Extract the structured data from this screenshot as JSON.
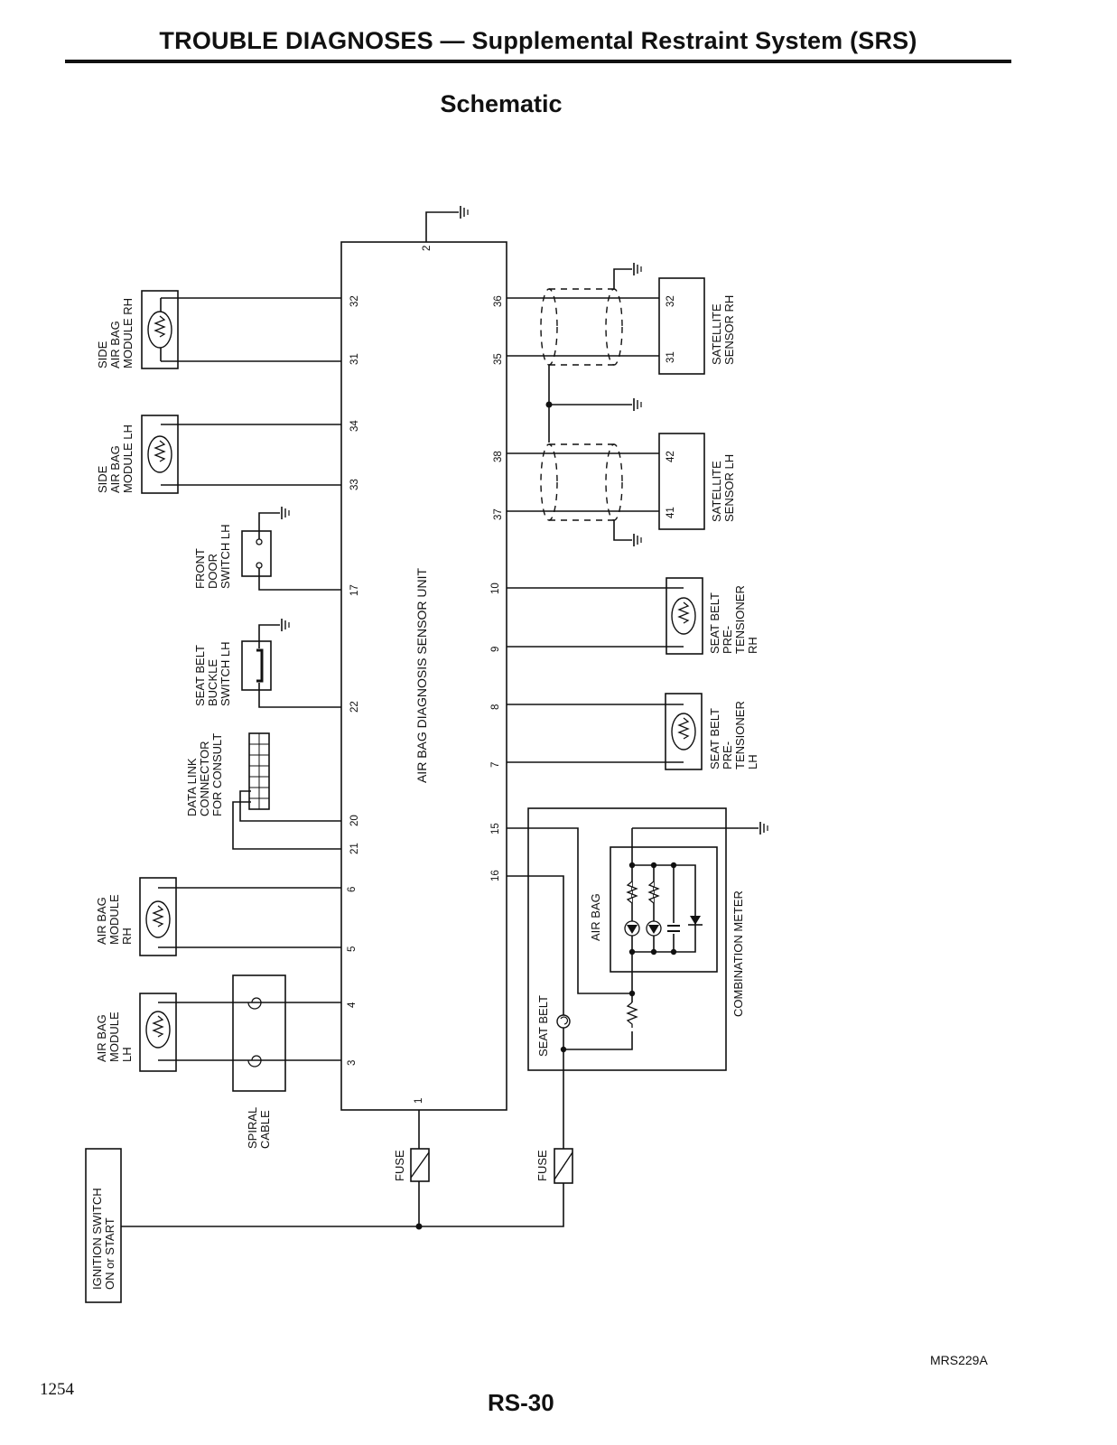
{
  "header": {
    "title": "TROUBLE DIAGNOSES — Supplemental Restraint System (SRS)",
    "section": "Schematic"
  },
  "diagram": {
    "unit_label": "AIR BAG DIAGNOSIS SENSOR UNIT",
    "components": {
      "side_airbag_rh": [
        "SIDE",
        "AIR BAG",
        "MODULE RH"
      ],
      "side_airbag_lh": [
        "SIDE",
        "AIR BAG",
        "MODULE LH"
      ],
      "front_door_switch_lh": [
        "FRONT",
        "DOOR",
        "SWITCH LH"
      ],
      "seat_belt_buckle_switch_lh": [
        "SEAT BELT",
        "BUCKLE",
        "SWITCH LH"
      ],
      "data_link_connector": [
        "DATA LINK",
        "CONNECTOR",
        "FOR CONSULT"
      ],
      "airbag_module_rh": [
        "AIR BAG",
        "MODULE",
        "RH"
      ],
      "airbag_module_lh": [
        "AIR BAG",
        "MODULE",
        "LH"
      ],
      "spiral_cable": [
        "SPIRAL",
        "CABLE"
      ],
      "ignition_switch": [
        "IGNITION SWITCH",
        "ON or START"
      ],
      "satellite_sensor_rh": [
        "SATELLITE",
        "SENSOR RH"
      ],
      "satellite_sensor_lh": [
        "SATELLITE",
        "SENSOR LH"
      ],
      "pretensioner_rh": [
        "SEAT BELT",
        "PRE-",
        "TENSIONER",
        "RH"
      ],
      "pretensioner_lh": [
        "SEAT BELT",
        "PRE-",
        "TENSIONER",
        "LH"
      ],
      "combination_meter": "COMBINATION METER",
      "airbag_lamp": "AIR BAG",
      "seatbelt_lamp": "SEAT BELT",
      "fuse": "FUSE"
    },
    "pins": {
      "left": [
        "32",
        "31",
        "34",
        "33",
        "17",
        "22",
        "20",
        "21",
        "6",
        "5",
        "4",
        "3"
      ],
      "right": [
        "36",
        "35",
        "38",
        "37",
        "10",
        "9",
        "8",
        "7",
        "15",
        "16"
      ],
      "top": "2",
      "bottom": "1",
      "sat_rh": [
        "32",
        "31"
      ],
      "sat_lh": [
        "42",
        "41"
      ]
    }
  },
  "footer": {
    "page_number": "1254",
    "page_code": "RS-30",
    "figure_code": "MRS229A"
  }
}
